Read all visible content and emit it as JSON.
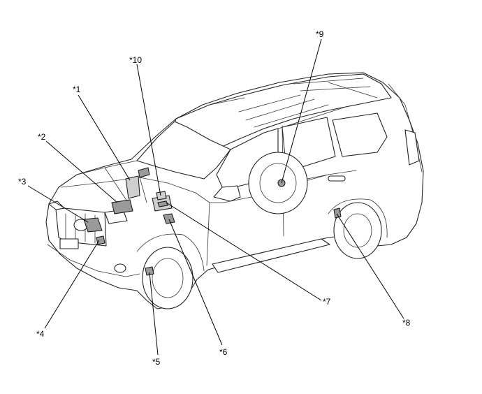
{
  "callouts": [
    {
      "id": "c1",
      "label": "*1"
    },
    {
      "id": "c2",
      "label": "*2"
    },
    {
      "id": "c3",
      "label": "*3"
    },
    {
      "id": "c4",
      "label": "*4"
    },
    {
      "id": "c5",
      "label": "*5"
    },
    {
      "id": "c6",
      "label": "*6"
    },
    {
      "id": "c7",
      "label": "*7"
    },
    {
      "id": "c8",
      "label": "*8"
    },
    {
      "id": "c9",
      "label": "*9"
    },
    {
      "id": "c10",
      "label": "*10"
    }
  ]
}
